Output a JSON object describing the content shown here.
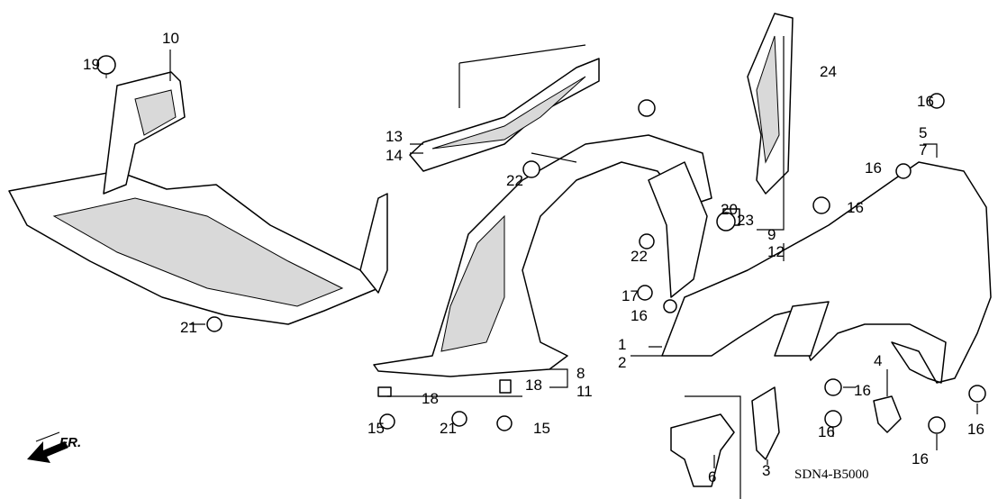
{
  "diagram": {
    "code": "SDN4-B5000",
    "direction_label": "FR.",
    "callouts": [
      "10",
      "19",
      "13",
      "14",
      "22",
      "22",
      "24",
      "16",
      "5",
      "7",
      "16",
      "16",
      "23",
      "9",
      "12",
      "20",
      "17",
      "16",
      "1",
      "2",
      "4",
      "16",
      "16",
      "16",
      "16",
      "3",
      "6",
      "8",
      "11",
      "18",
      "18",
      "15",
      "21",
      "15",
      "21"
    ]
  }
}
